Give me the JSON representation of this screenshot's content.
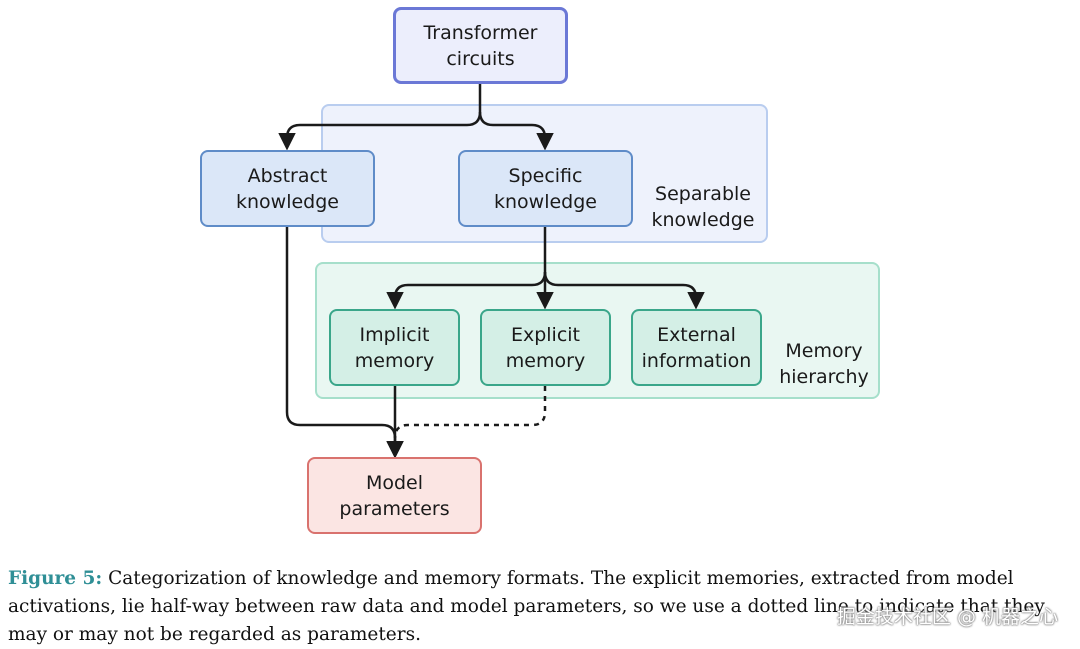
{
  "diagram": {
    "nodes": {
      "transformer": "Transformer\ncircuits",
      "abstract": "Abstract\nknowledge",
      "specific": "Specific\nknowledge",
      "implicit": "Implicit\nmemory",
      "explicit": "Explicit\nmemory",
      "external": "External\ninformation",
      "model": "Model\nparameters"
    },
    "regions": {
      "separable": "Separable\nknowledge",
      "memory": "Memory\nhierarchy"
    },
    "colors": {
      "blue_border": "#6b78d6",
      "blue_fill": "#eceefc",
      "light_blue_border": "#5f8cc8",
      "light_blue_fill": "#dbe7f8",
      "green_border": "#3aa68a",
      "green_fill": "#d4efe6",
      "red_border": "#d9726e",
      "red_fill": "#fbe5e3"
    }
  },
  "caption": {
    "label": "Figure 5:",
    "text": " Categorization of knowledge and memory formats. The explicit memories, extracted from model activations, lie half-way between raw data and model parameters, so we use a dotted line to indicate that they may or may not be regarded as parameters."
  },
  "watermark": "掘金技术社区 @ 机器之心"
}
